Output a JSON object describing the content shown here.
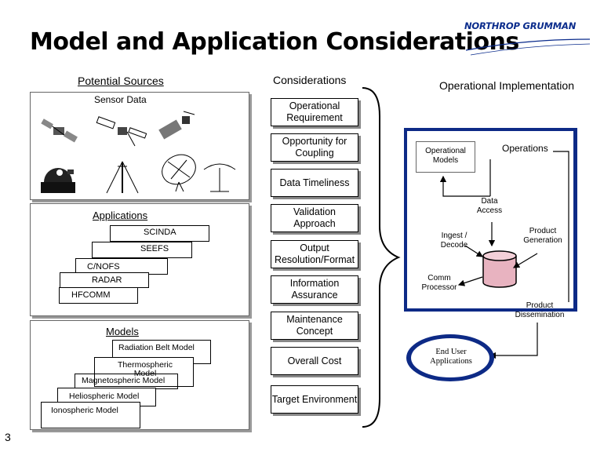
{
  "title": "Model and Application Considerations",
  "logo": "NORTHROP GRUMMAN",
  "page_number": "3",
  "left": {
    "header": "Potential Sources",
    "sensor_label": "Sensor Data",
    "applications": {
      "title": "Applications",
      "items": [
        "SCINDA",
        "SEEFS",
        "C/NOFS",
        "RADAR",
        "HFCOMM"
      ]
    },
    "models": {
      "title": "Models",
      "items": [
        "Radiation Belt Model",
        "Thermospheric Model",
        "Magnetospheric Model",
        "Heliospheric Model",
        "Ionospheric Model"
      ]
    }
  },
  "middle": {
    "header": "Considerations",
    "items": [
      "Operational Requirement",
      "Opportunity for Coupling",
      "Data Timeliness",
      "Validation Approach",
      "Output Resolution/Format",
      "Information Assurance",
      "Maintenance Concept",
      "Overall Cost",
      "Target Environment"
    ]
  },
  "right": {
    "header": "Operational Implementation",
    "operations": "Operations",
    "operational_models": "Operational Models",
    "data_access": "Data Access",
    "ingest_decode": "Ingest / Decode",
    "product_generation": "Product Generation",
    "comm_processor": "Comm Processor",
    "product_dissemination": "Product Dissemination",
    "end_user": "End User Applications"
  }
}
